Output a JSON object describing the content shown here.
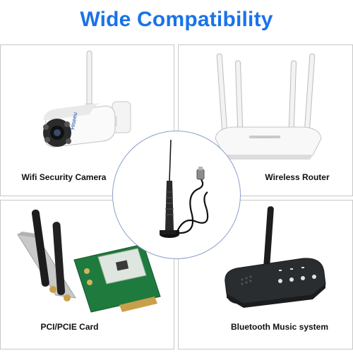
{
  "title": "Wide Compatibility",
  "panels": {
    "top_left": {
      "label": "Wifi Security Camera"
    },
    "top_right": {
      "label": "Wireless Router"
    },
    "bottom_left": {
      "label": "PCI/PCIE Card"
    },
    "bottom_right": {
      "label": "Bluetooth Music system"
    }
  },
  "camera_brand_text": "Hiseeu",
  "colors": {
    "title": "#1a73e8",
    "border": "#c7c7c7",
    "circle_border": "#8aa0c8"
  }
}
